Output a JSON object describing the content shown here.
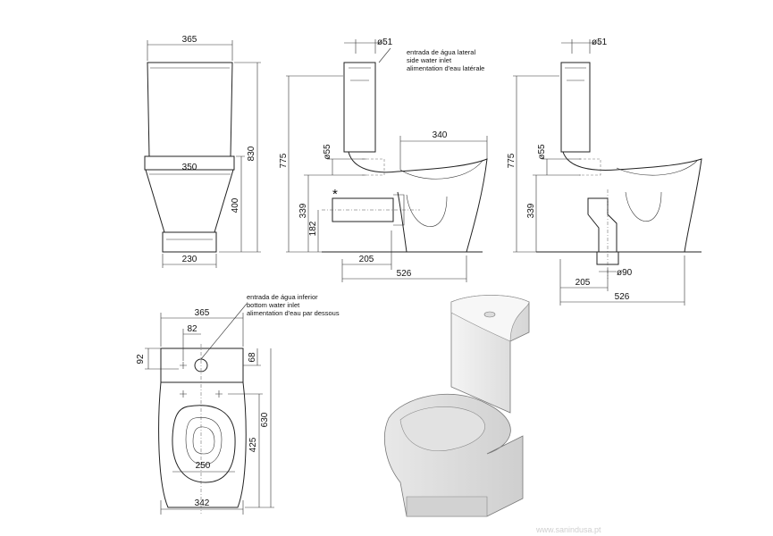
{
  "front_view": {
    "width_top": "365",
    "width_mid": "350",
    "width_base": "230",
    "height_total": "830",
    "height_bowl": "400"
  },
  "side_view_lateral": {
    "pipe_dia": "ø51",
    "inlet_note": [
      "entrada de água lateral",
      "side water inlet",
      "alimentation d'eau latérale"
    ],
    "inlet_dia": "ø55",
    "height_total": "775",
    "outlet_height": "339",
    "pipe_height": "182",
    "rim_length": "340",
    "offset": "205",
    "depth": "526",
    "asterisk": "*"
  },
  "side_view_floor": {
    "pipe_dia": "ø51",
    "inlet_dia": "ø55",
    "height_total": "775",
    "outlet_height": "339",
    "floor_outlet_dia": "ø90",
    "offset": "205",
    "depth": "526"
  },
  "top_view": {
    "width_top": "365",
    "inlet_offset": "82",
    "tank_depth": "92",
    "inlet_depth": "68",
    "inlet_note": [
      "entrada de água inferior",
      "bottom water inlet",
      "alimentation d'eau par dessous"
    ],
    "depth_total": "630",
    "depth_bowl": "425",
    "seat_width": "250",
    "width_base": "342"
  },
  "watermark": "www.sanindusa.pt"
}
